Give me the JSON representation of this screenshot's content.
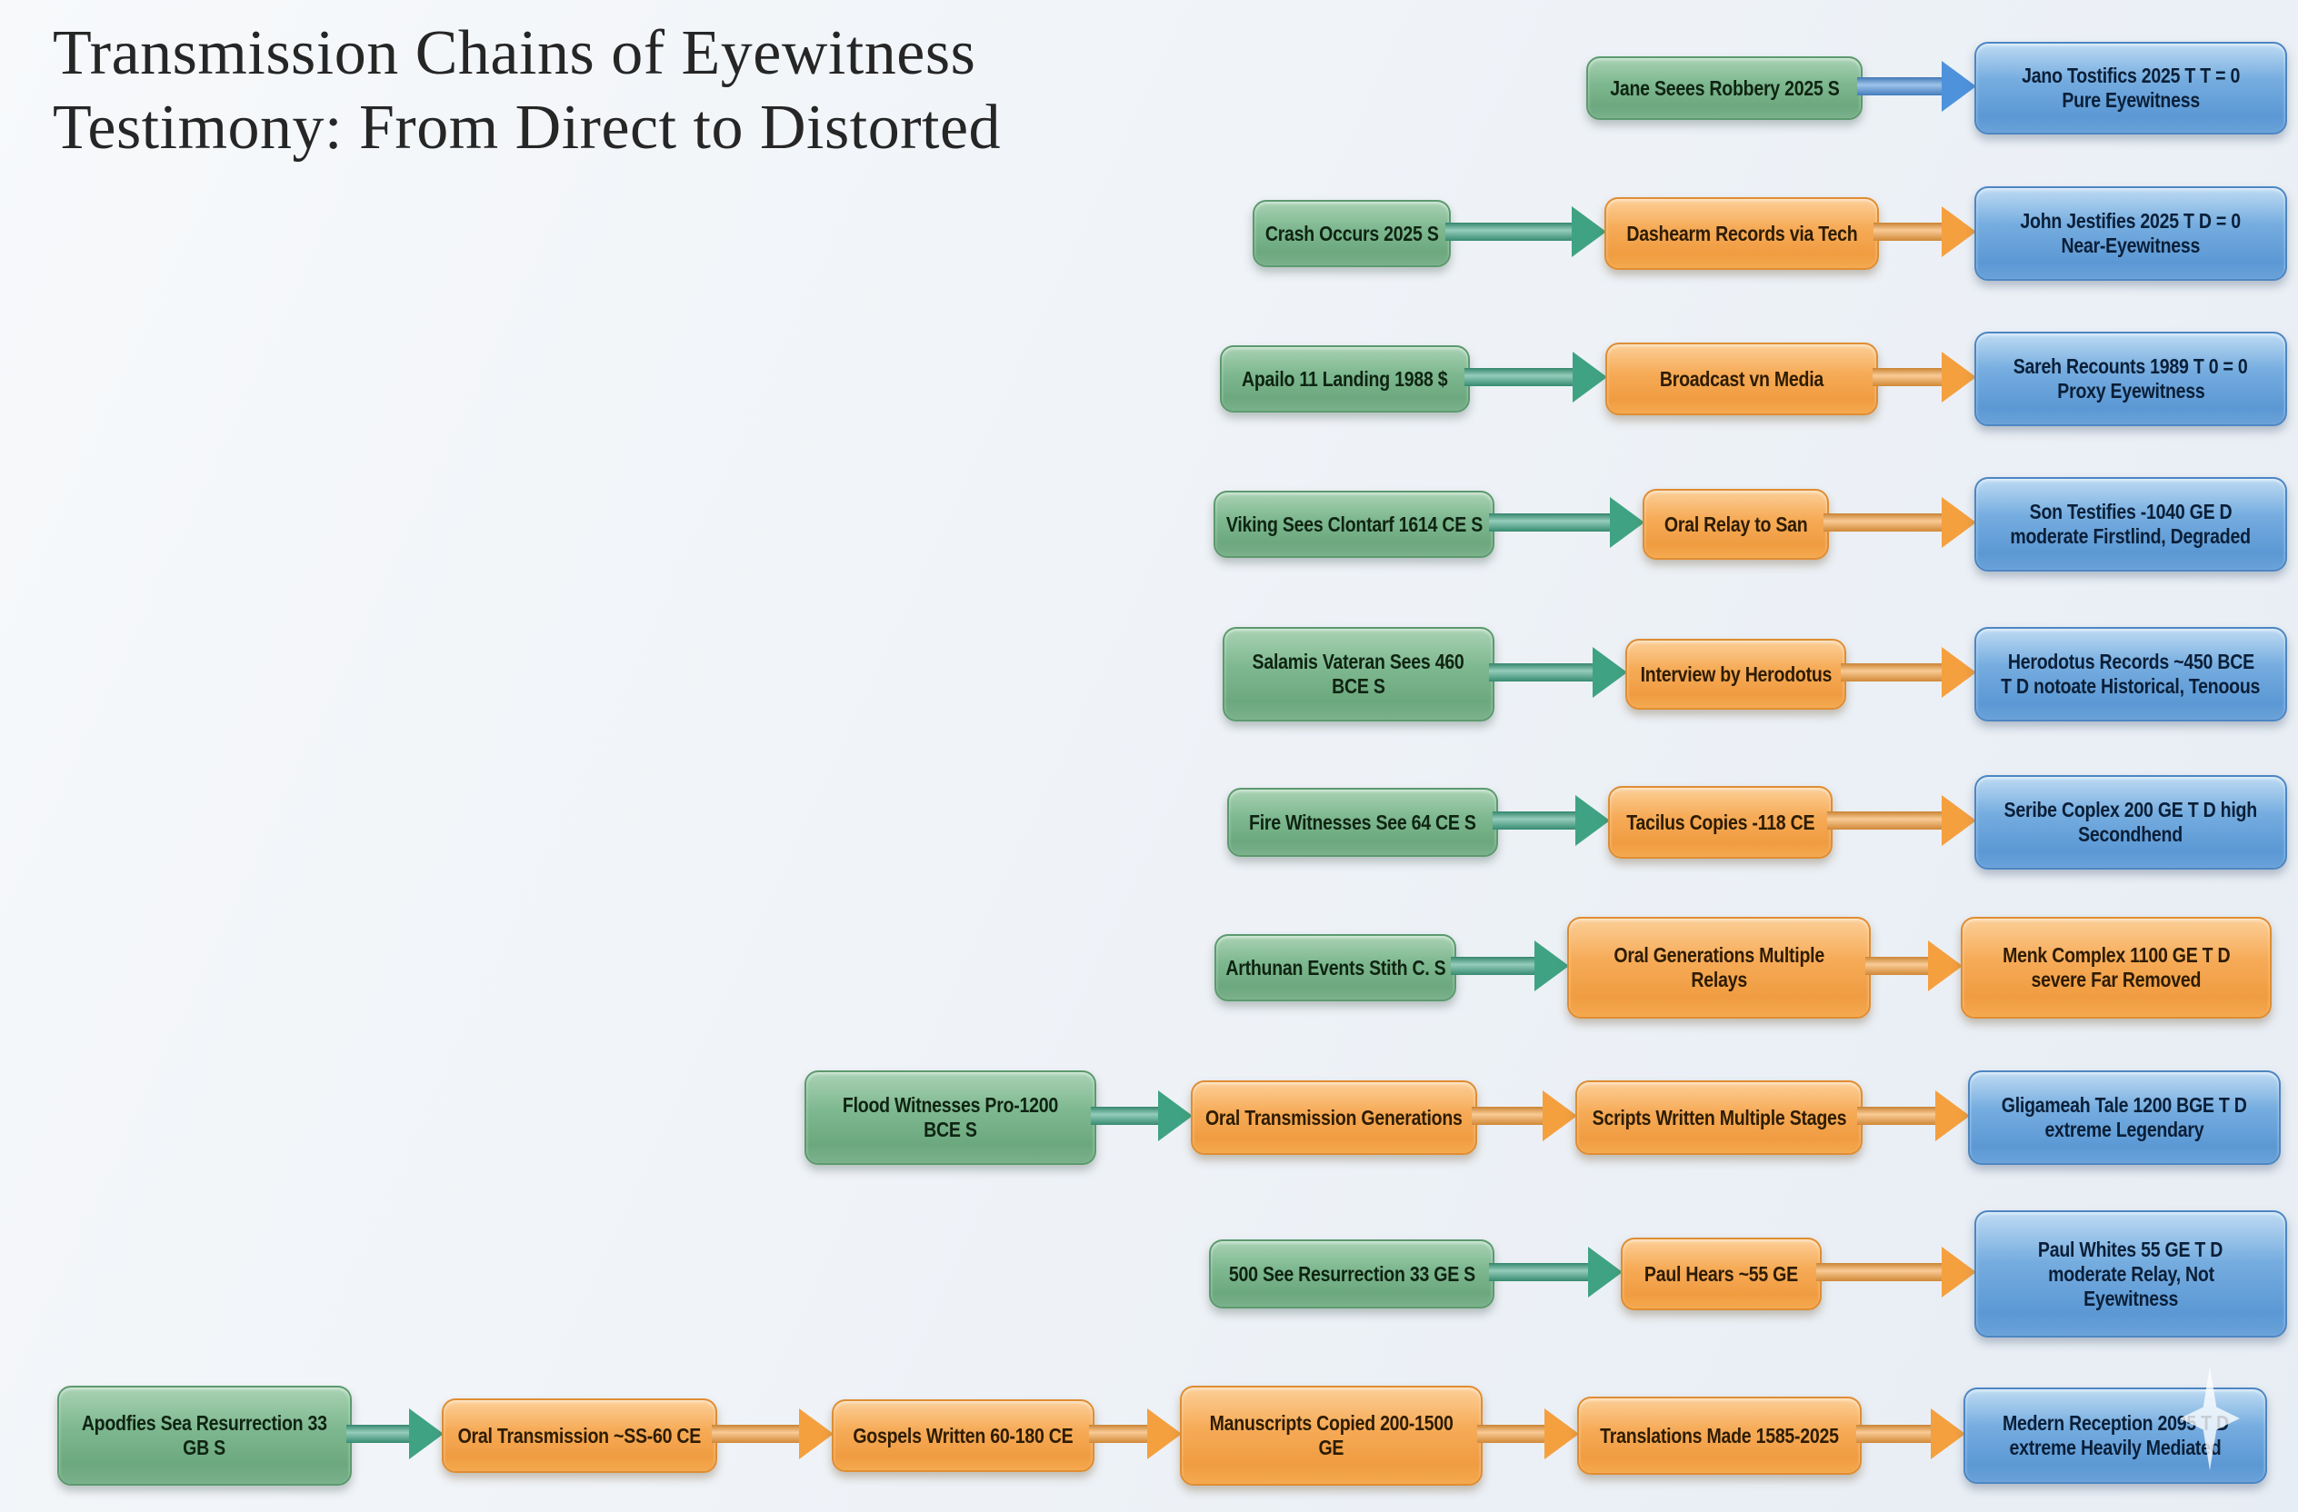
{
  "title": {
    "line1": "Transmission Chains of Eyewitness",
    "line2": "Testimony: From Direct to Distorted"
  },
  "colors": {
    "source_fill": "#7eb890",
    "source_border": "#5c9a6e",
    "transmission_fill": "#f6ab57",
    "transmission_border": "#df8d32",
    "testimony_fill": "#5b98d4",
    "testimony_border": "#4d86c3",
    "arrow_green": "#3fa383",
    "arrow_orange": "#f5a03f",
    "arrow_blue": "#4e92dc",
    "background": "#eef2f7"
  },
  "rows": [
    {
      "nodes": [
        {
          "kind": "source",
          "lines": [
            "Jane Seees Robbery 2025 S"
          ]
        },
        {
          "kind": "testimony",
          "lines": [
            "Jano Tostifics 2025 T T = 0",
            "Pure Eyewitness"
          ]
        }
      ],
      "arrows": [
        "blue"
      ]
    },
    {
      "nodes": [
        {
          "kind": "source",
          "lines": [
            "Crash Occurs 2025 S"
          ]
        },
        {
          "kind": "transmission",
          "lines": [
            "Dashearm Records via Tech"
          ]
        },
        {
          "kind": "testimony",
          "lines": [
            "John Jestifies 2025 T D = 0",
            "Near-Eyewitness"
          ]
        }
      ],
      "arrows": [
        "green",
        "orange"
      ]
    },
    {
      "nodes": [
        {
          "kind": "source",
          "lines": [
            "Apailo 11 Landing 1988 $"
          ]
        },
        {
          "kind": "transmission",
          "lines": [
            "Broadcast vn Media"
          ]
        },
        {
          "kind": "testimony",
          "lines": [
            "Sareh Recounts 1989 T 0 = 0",
            "Proxy Eyewitness"
          ]
        }
      ],
      "arrows": [
        "green",
        "orange"
      ]
    },
    {
      "nodes": [
        {
          "kind": "source",
          "lines": [
            "Viking Sees Clontarf 1614 CE S"
          ]
        },
        {
          "kind": "transmission",
          "lines": [
            "Oral Relay to San"
          ]
        },
        {
          "kind": "testimony",
          "lines": [
            "Son Testifies -1040 GE D",
            "moderate Firstlind, Degraded"
          ]
        }
      ],
      "arrows": [
        "green",
        "orange"
      ]
    },
    {
      "nodes": [
        {
          "kind": "source",
          "lines": [
            "Salamis Vateran Sees 460",
            "BCE S"
          ]
        },
        {
          "kind": "transmission",
          "lines": [
            "Interview by Herodotus"
          ]
        },
        {
          "kind": "testimony",
          "lines": [
            "Herodotus Records ~450 BCE",
            "T D notoate Historical, Tenoous"
          ]
        }
      ],
      "arrows": [
        "green",
        "orange"
      ]
    },
    {
      "nodes": [
        {
          "kind": "source",
          "lines": [
            "Fire Witnesses See 64 CE S"
          ]
        },
        {
          "kind": "transmission",
          "lines": [
            "Tacilus Copies -118 CE"
          ]
        },
        {
          "kind": "testimony",
          "lines": [
            "Seribe Coplex 200 GE T D high",
            "Secondhend"
          ]
        }
      ],
      "arrows": [
        "green",
        "orange"
      ]
    },
    {
      "nodes": [
        {
          "kind": "source",
          "lines": [
            "Arthunan Events Stith C. S"
          ]
        },
        {
          "kind": "transmission",
          "lines": [
            "Oral Generations Multiple",
            "Relays"
          ]
        },
        {
          "kind": "transmission",
          "lines": [
            "Menk Complex 1100 GE T D",
            "severe Far Removed"
          ]
        }
      ],
      "arrows": [
        "green",
        "orange"
      ]
    },
    {
      "nodes": [
        {
          "kind": "source",
          "lines": [
            "Flood Witnesses Pro-1200",
            "BCE S"
          ]
        },
        {
          "kind": "transmission",
          "lines": [
            "Oral Transmission Generations"
          ]
        },
        {
          "kind": "transmission",
          "lines": [
            "Scripts Written Multiple Stages"
          ]
        },
        {
          "kind": "testimony",
          "lines": [
            "Gligameah Tale 1200 BGE T D",
            "extreme Legendary"
          ]
        }
      ],
      "arrows": [
        "green",
        "orange",
        "orange"
      ]
    },
    {
      "nodes": [
        {
          "kind": "source",
          "lines": [
            "500 See Resurrection 33 GE S"
          ]
        },
        {
          "kind": "transmission",
          "lines": [
            "Paul Hears ~55 GE"
          ]
        },
        {
          "kind": "testimony",
          "lines": [
            "Paul Whites 55 GE T D",
            "moderate Relay, Not",
            "Eyewitness"
          ]
        }
      ],
      "arrows": [
        "green",
        "orange"
      ]
    },
    {
      "nodes": [
        {
          "kind": "source",
          "lines": [
            "Apodfies Sea Resurrection 33",
            "GB S"
          ]
        },
        {
          "kind": "transmission",
          "lines": [
            "Oral Transmission ~SS-60 CE"
          ]
        },
        {
          "kind": "transmission",
          "lines": [
            "Gospels Written 60-180 CE"
          ]
        },
        {
          "kind": "transmission",
          "lines": [
            "Manuscripts Copied 200-1500",
            "GE"
          ]
        },
        {
          "kind": "transmission",
          "lines": [
            "Translations Made 1585-2025"
          ]
        },
        {
          "kind": "testimony",
          "lines": [
            "Medern Reception 2095 T D",
            "extreme Heavily Mediated"
          ]
        }
      ],
      "arrows": [
        "green",
        "orange",
        "orange",
        "orange",
        "orange"
      ]
    }
  ],
  "watermark": {
    "icon": "sparkle-icon"
  }
}
